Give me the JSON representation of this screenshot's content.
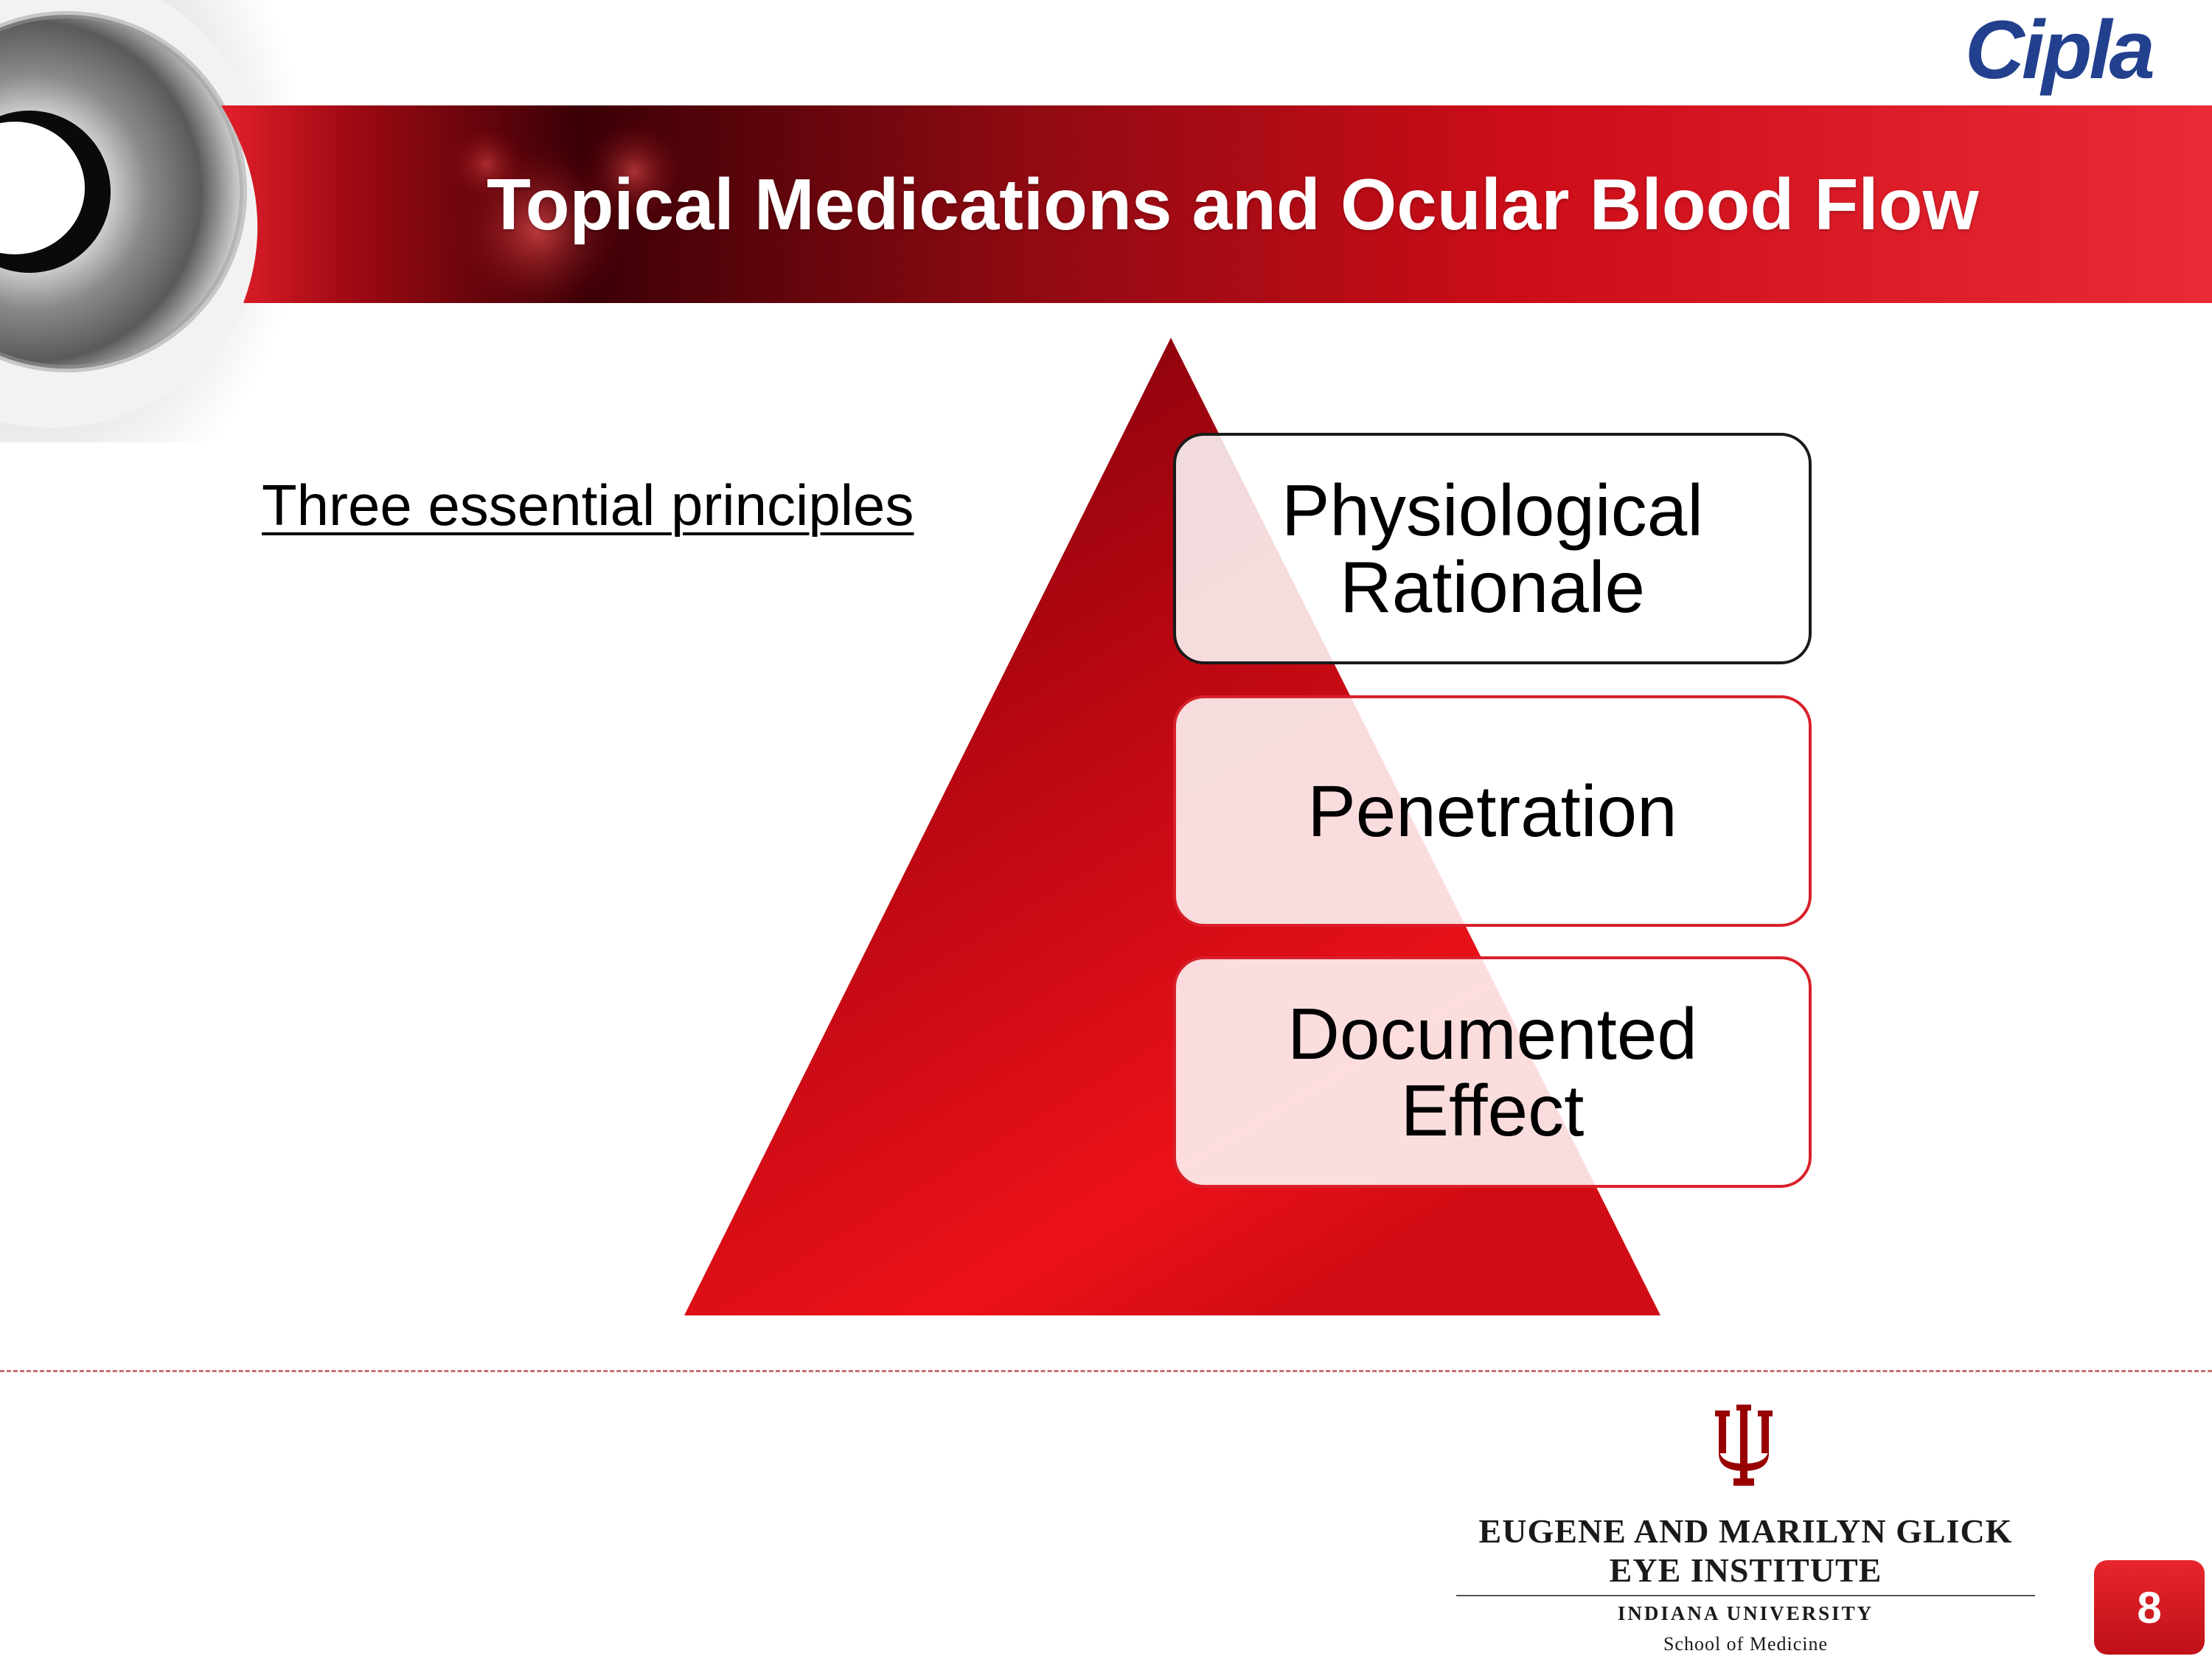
{
  "header": {
    "title": "Topical Medications and Ocular Blood Flow",
    "logo_text": "Cipla"
  },
  "content": {
    "subheading": "Three essential principles"
  },
  "diagram": {
    "levels": [
      {
        "label": "Physiological Rationale"
      },
      {
        "label": "Penetration"
      },
      {
        "label": "Documented Effect"
      }
    ]
  },
  "footer": {
    "institute_line1": "EUGENE AND MARILYN GLICK",
    "institute_line2": "EYE INSTITUTE",
    "university": "INDIANA UNIVERSITY",
    "school": "School of Medicine",
    "page_number": "8"
  },
  "colors": {
    "banner_red": "#e3202b",
    "banner_dark": "#3a0006",
    "logo_blue": "#23408e",
    "iu_crimson": "#990000"
  }
}
